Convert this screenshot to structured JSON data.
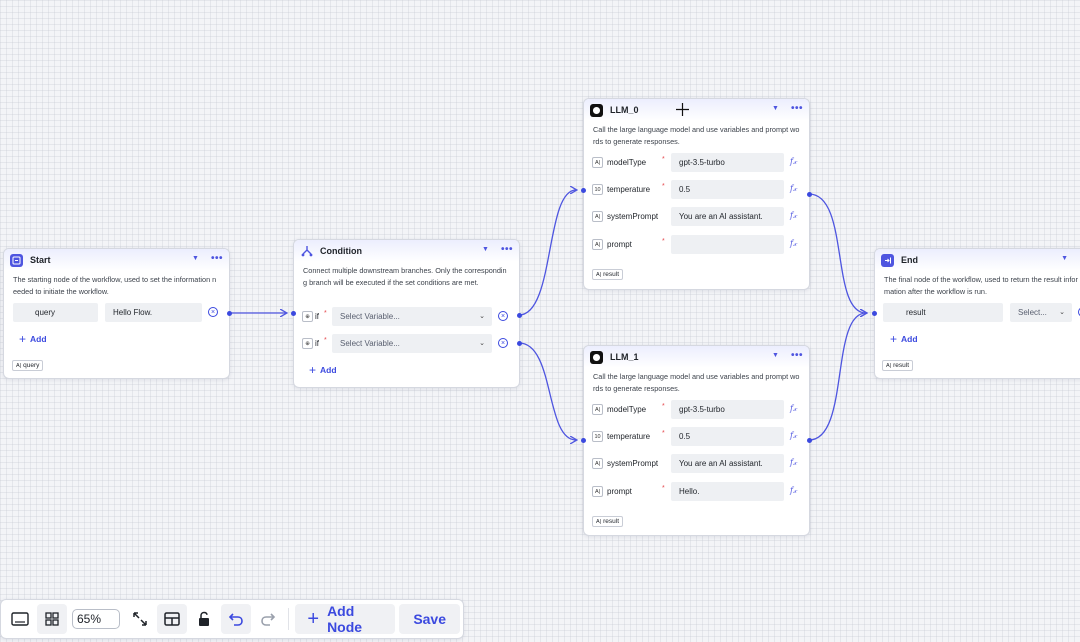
{
  "colors": {
    "accent": "#3b49df",
    "edge": "#4e55e0",
    "required": "#e5484d",
    "field_bg": "#eef0f3"
  },
  "start": {
    "title": "Start",
    "icon": "start-icon",
    "desc": "The starting node of the workflow, used to set the information needed to initiate the workflow.",
    "param_name": "query",
    "param_value": "Hello Flow.",
    "add_label": "Add",
    "output": "query"
  },
  "condition": {
    "title": "Condition",
    "icon": "condition-icon",
    "desc": "Connect multiple downstream branches. Only the corresponding branch will be executed if the set conditions are met.",
    "branches": [
      {
        "label": "if",
        "placeholder": "Select Variable..."
      },
      {
        "label": "if",
        "placeholder": "Select Variable..."
      }
    ],
    "add_label": "Add"
  },
  "llm0": {
    "title": "LLM_0",
    "icon": "llm-icon",
    "desc": "Call the large language model and use variables and prompt words to generate responses.",
    "params": [
      {
        "name": "modelType",
        "value": "gpt-3.5-turbo",
        "chip": "A|"
      },
      {
        "name": "temperature",
        "value": "0.5",
        "chip": "10"
      },
      {
        "name": "systemPrompt",
        "value": "You are an AI assistant.",
        "chip": "A|"
      },
      {
        "name": "prompt",
        "value": "",
        "chip": "A|"
      }
    ],
    "output": "result"
  },
  "llm1": {
    "title": "LLM_1",
    "icon": "llm-icon",
    "desc": "Call the large language model and use variables and prompt words to generate responses.",
    "params": [
      {
        "name": "modelType",
        "value": "gpt-3.5-turbo",
        "chip": "A|"
      },
      {
        "name": "temperature",
        "value": "0.5",
        "chip": "10"
      },
      {
        "name": "systemPrompt",
        "value": "You are an AI assistant.",
        "chip": "A|"
      },
      {
        "name": "prompt",
        "value": "Hello.",
        "chip": "A|"
      }
    ],
    "output": "result"
  },
  "end": {
    "title": "End",
    "icon": "end-icon",
    "desc": "The final node of the workflow, used to return the result information after the workflow is run.",
    "param_name": "result",
    "select_placeholder": "Select...",
    "add_label": "Add",
    "output": "result"
  },
  "toolbar": {
    "zoom": "65%",
    "add_node_label": "Add Node",
    "save_label": "Save"
  }
}
